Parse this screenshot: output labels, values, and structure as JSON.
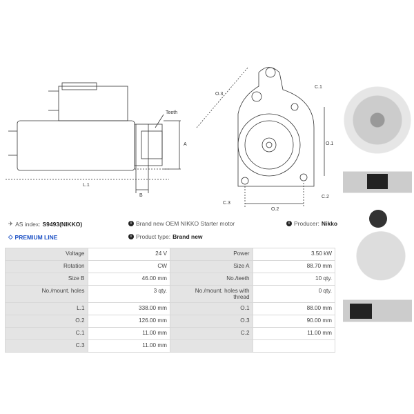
{
  "drawing": {
    "labels": {
      "teeth": "Teeth",
      "a": "A",
      "b": "B",
      "l1": "L.1",
      "o1": "O.1",
      "o2": "O.2",
      "o3": "O.3",
      "c1": "C.1",
      "c2": "C.2",
      "c3": "C.3"
    }
  },
  "info": {
    "as_index_label": "AS index:",
    "as_index_value": "S9493(NIKKO)",
    "premium": "PREMIUM LINE",
    "description": "Brand new OEM NIKKO Starter motor",
    "product_type_label": "Product type:",
    "product_type_value": "Brand new",
    "producer_label": "Producer:",
    "producer_value": "Nikko"
  },
  "specs": [
    [
      {
        "k": "Voltage",
        "v": "24 V"
      },
      {
        "k": "Power",
        "v": "3.50 kW"
      }
    ],
    [
      {
        "k": "Rotation",
        "v": "CW"
      },
      {
        "k": "Size A",
        "v": "88.70 mm"
      }
    ],
    [
      {
        "k": "Size B",
        "v": "46.00 mm"
      },
      {
        "k": "No./teeth",
        "v": "10 qty."
      }
    ],
    [
      {
        "k": "No./mount. holes",
        "v": "3 qty."
      },
      {
        "k": "No./mount. holes with thread",
        "v": "0 qty."
      }
    ],
    [
      {
        "k": "L.1",
        "v": "338.00 mm"
      },
      {
        "k": "O.1",
        "v": "88.00 mm"
      }
    ],
    [
      {
        "k": "O.2",
        "v": "126.00 mm"
      },
      {
        "k": "O.3",
        "v": "90.00 mm"
      }
    ],
    [
      {
        "k": "C.1",
        "v": "11.00 mm"
      },
      {
        "k": "C.2",
        "v": "11.00 mm"
      }
    ],
    [
      {
        "k": "C.3",
        "v": "11.00 mm"
      },
      {
        "k": "",
        "v": ""
      }
    ]
  ]
}
